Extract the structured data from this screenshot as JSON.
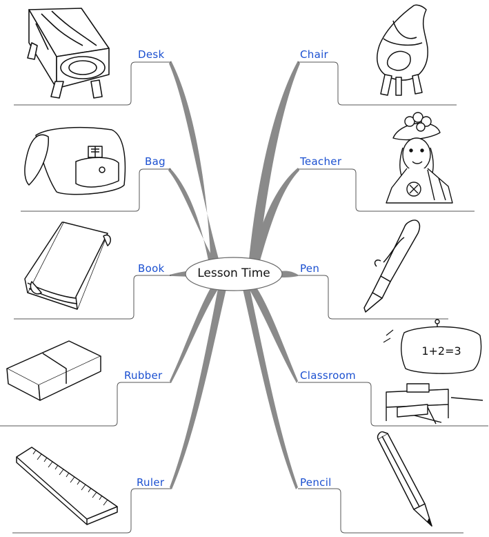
{
  "center": {
    "title": "Lesson Time"
  },
  "left_branches": [
    {
      "label": "Desk",
      "icon": "desk-icon"
    },
    {
      "label": "Bag",
      "icon": "bag-icon"
    },
    {
      "label": "Book",
      "icon": "book-icon"
    },
    {
      "label": "Rubber",
      "icon": "rubber-icon"
    },
    {
      "label": "Ruler",
      "icon": "ruler-icon"
    }
  ],
  "right_branches": [
    {
      "label": "Chair",
      "icon": "chair-icon"
    },
    {
      "label": "Teacher",
      "icon": "teacher-icon"
    },
    {
      "label": "Pen",
      "icon": "pen-icon"
    },
    {
      "label": "Classroom",
      "icon": "classroom-icon"
    },
    {
      "label": "Pencil",
      "icon": "pencil-icon"
    }
  ],
  "blackboard_text": "1+2=3",
  "colors": {
    "label": "#1a4fd0",
    "branch": "#8a8a8a",
    "line": "#555555"
  }
}
